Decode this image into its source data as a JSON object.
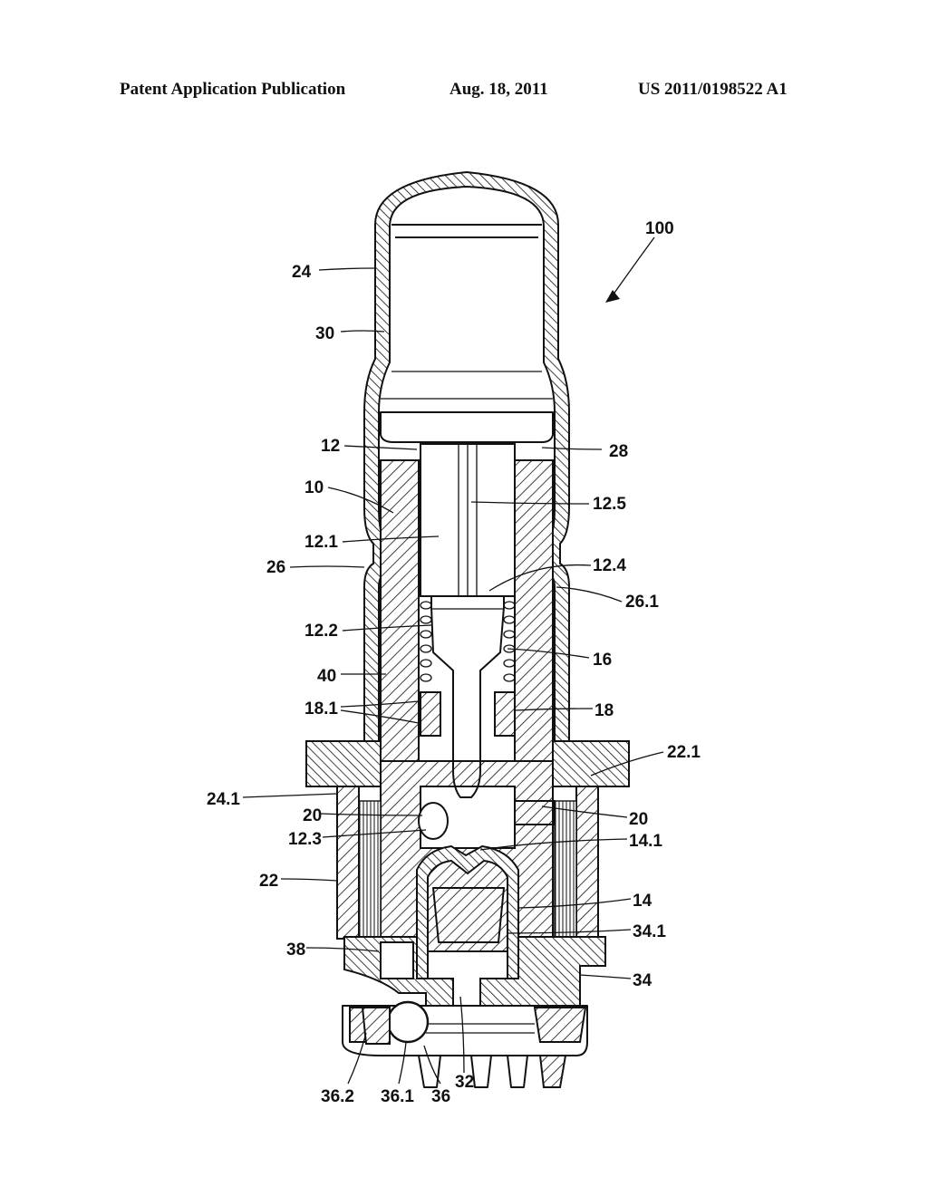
{
  "header": {
    "left": "Patent Application Publication",
    "date": "Aug. 18, 2011",
    "number": "US 2011/0198522 A1"
  },
  "labels": {
    "l100": "100",
    "l24": "24",
    "l30": "30",
    "l12": "12",
    "l28": "28",
    "l10": "10",
    "l12_5": "12.5",
    "l12_1": "12.1",
    "l26": "26",
    "l12_4": "12.4",
    "l26_1": "26.1",
    "l12_2": "12.2",
    "l16": "16",
    "l40": "40",
    "l18_1": "18.1",
    "l18": "18",
    "l22_1": "22.1",
    "l24_1": "24.1",
    "l20a": "20",
    "l20b": "20",
    "l12_3": "12.3",
    "l14_1": "14.1",
    "l22": "22",
    "l14": "14",
    "l34_1": "34.1",
    "l38": "38",
    "l34": "34",
    "l32": "32",
    "l36_2": "36.2",
    "l36_1": "36.1",
    "l36": "36"
  }
}
